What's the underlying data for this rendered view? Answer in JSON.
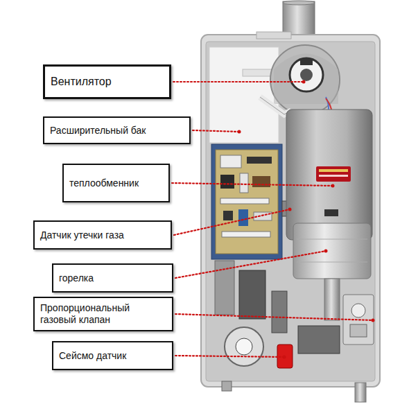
{
  "diagram": {
    "nodes": [
      {
        "text": [
          "Вентилятор"
        ]
      },
      {
        "text": [
          "Расширительный бак"
        ]
      },
      {
        "text": [
          "теплообменник"
        ]
      },
      {
        "text": [
          "Датчик утечки газа"
        ]
      },
      {
        "text": [
          "горелка"
        ]
      },
      {
        "text": [
          "Пропорциональный газовый клапан"
        ]
      },
      {
        "text": [
          "Сейсмо датчик"
        ]
      }
    ]
  }
}
